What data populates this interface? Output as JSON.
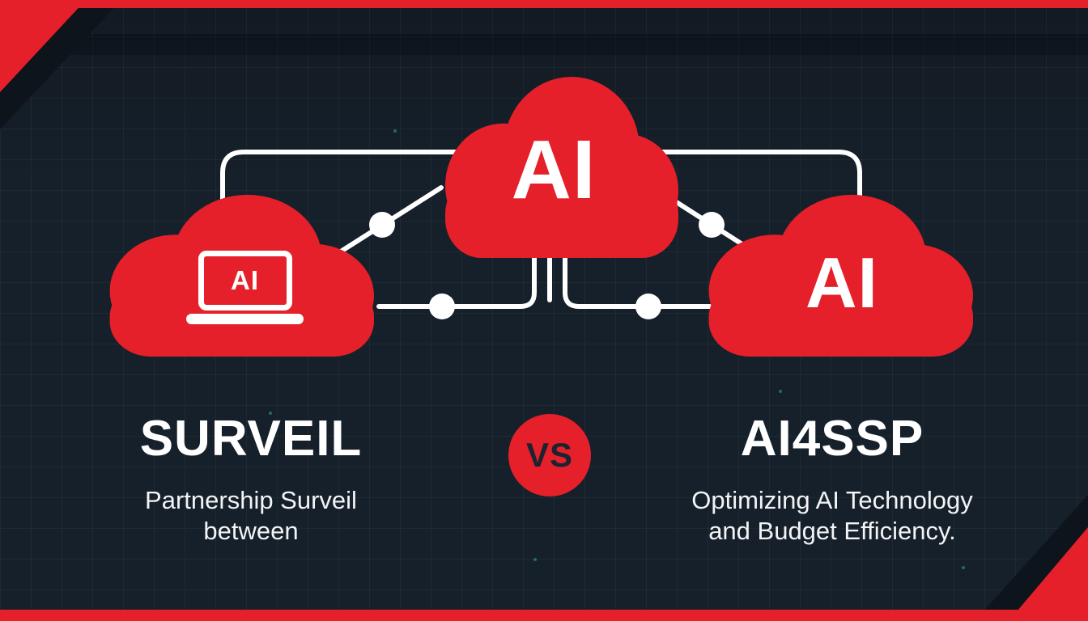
{
  "meta": {
    "description": "Comparison banner diagram of Surveil vs AI4SSP with connected AI clouds"
  },
  "colors": {
    "red": "#e5202a",
    "background": "#16202a",
    "dark_band": "#0d141c",
    "line": "#ffffff",
    "vs_text": "#1b242e"
  },
  "diagram": {
    "center_cloud": {
      "label": "AI"
    },
    "left_cloud": {
      "laptop_label": "AI"
    },
    "right_cloud": {
      "label": "AI"
    }
  },
  "comparison": {
    "left": {
      "title": "SURVEIL",
      "subtitle_lines": [
        "Partnership Surveil",
        "between"
      ]
    },
    "versus": "VS",
    "right": {
      "title": "AI4SSP",
      "subtitle_lines": [
        "Optimizing AI Technology",
        "and Budget Efficiency."
      ]
    }
  }
}
